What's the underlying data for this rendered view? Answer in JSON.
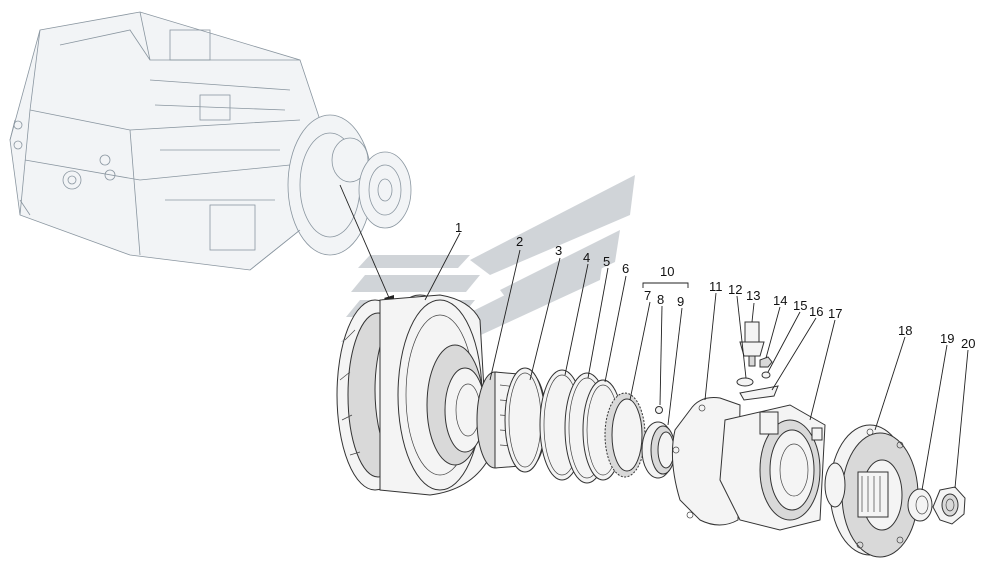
{
  "diagram": {
    "callouts": [
      {
        "id": "1",
        "text": "1"
      },
      {
        "id": "2",
        "text": "2"
      },
      {
        "id": "3",
        "text": "3"
      },
      {
        "id": "4",
        "text": "4"
      },
      {
        "id": "5",
        "text": "5"
      },
      {
        "id": "6",
        "text": "6"
      },
      {
        "id": "7",
        "text": "7"
      },
      {
        "id": "8",
        "text": "8"
      },
      {
        "id": "9",
        "text": "9"
      },
      {
        "id": "10",
        "text": "10"
      },
      {
        "id": "11",
        "text": "11"
      },
      {
        "id": "12",
        "text": "12"
      },
      {
        "id": "13",
        "text": "13"
      },
      {
        "id": "14",
        "text": "14"
      },
      {
        "id": "15",
        "text": "15"
      },
      {
        "id": "16",
        "text": "16"
      },
      {
        "id": "17",
        "text": "17"
      },
      {
        "id": "18",
        "text": "18"
      },
      {
        "id": "19",
        "text": "19"
      },
      {
        "id": "20",
        "text": "20"
      }
    ],
    "colors": {
      "background": "#ffffff",
      "watermark": "#c8cdd2",
      "line": "#222222",
      "gearbox_line": "#8a96a0"
    },
    "watermark": "logo-watermark"
  }
}
